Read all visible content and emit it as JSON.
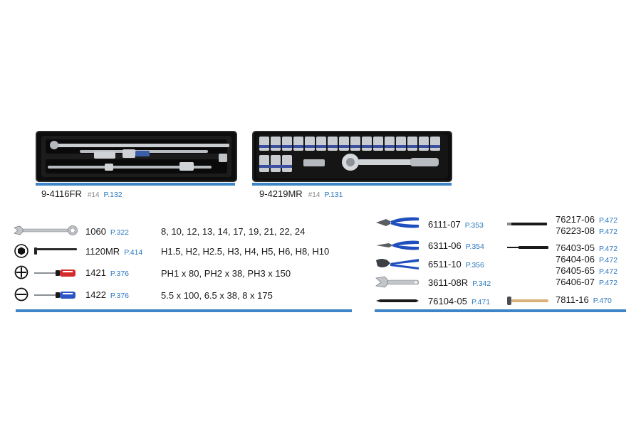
{
  "trays": [
    {
      "code": "9-4116FR",
      "qty": "#14",
      "page": "P.132"
    },
    {
      "code": "9-4219MR",
      "qty": "#14",
      "page": "P.131"
    }
  ],
  "left_rows": [
    {
      "code": "1060",
      "page": "P.322",
      "spec": "8, 10, 12, 13, 14, 17, 19, 21, 22, 24",
      "icon": "combination-wrench-icon"
    },
    {
      "code": "1120MR",
      "page": "P.414",
      "spec": "H1.5, H2, H2.5, H3, H4, H5, H6, H8, H10",
      "icon": "hex-key-icon"
    },
    {
      "code": "1421",
      "page": "P.376",
      "spec": "PH1 x 80, PH2 x 38, PH3 x 150",
      "icon": "phillips-screwdriver-icon"
    },
    {
      "code": "1422",
      "page": "P.376",
      "spec": "5.5 x 100, 6.5 x 38, 8 x 175",
      "icon": "slotted-screwdriver-icon"
    }
  ],
  "right_col1": [
    {
      "code": "6111-07",
      "page": "P.353",
      "icon": "combination-pliers-icon"
    },
    {
      "code": "6311-06",
      "page": "P.354",
      "icon": "long-nose-pliers-icon"
    },
    {
      "code": "6511-10",
      "page": "P.356",
      "icon": "water-pump-pliers-icon"
    },
    {
      "code": "3611-08R",
      "page": "P.342",
      "icon": "adjustable-wrench-icon"
    },
    {
      "code": "76104-05",
      "page": "P.471",
      "icon": "file-icon"
    }
  ],
  "right_col2": [
    {
      "code": "76217-06",
      "page": "P.472"
    },
    {
      "code": "76223-08",
      "page": "P.472"
    },
    {
      "code": "76403-05",
      "page": "P.472"
    },
    {
      "code": "76404-06",
      "page": "P.472"
    },
    {
      "code": "76405-65",
      "page": "P.472"
    },
    {
      "code": "76406-07",
      "page": "P.472"
    },
    {
      "code": "7811-16",
      "page": "P.470"
    }
  ],
  "colors": {
    "accent_blue": "#3d85c6",
    "page_blue": "#2a78c0",
    "tray": "#0d0d0d"
  }
}
